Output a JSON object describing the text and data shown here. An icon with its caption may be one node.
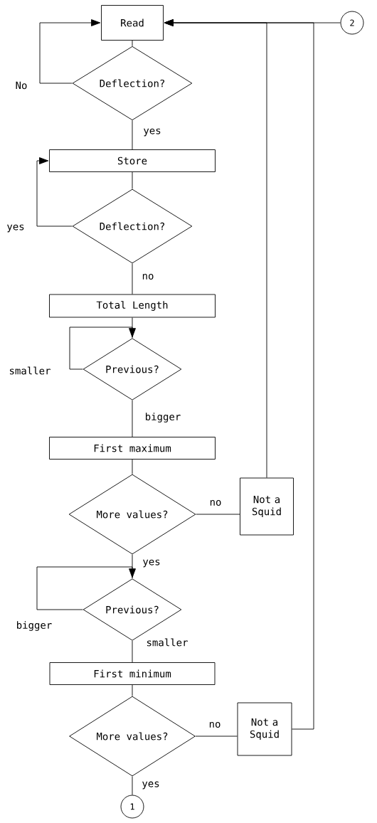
{
  "diagram": {
    "nodes": [
      {
        "text": [
          "Read"
        ]
      },
      {
        "text": [
          "Deflection?"
        ]
      },
      {
        "text": [
          "Store"
        ]
      },
      {
        "text": [
          "Deflection?"
        ]
      },
      {
        "text": [
          "Total Length"
        ]
      },
      {
        "text": [
          "Previous?"
        ]
      },
      {
        "text": [
          "First maximum"
        ]
      },
      {
        "text": [
          "More values?"
        ]
      },
      {
        "text": [
          "Not a Squid"
        ]
      },
      {
        "text": [
          "Previous?"
        ]
      },
      {
        "text": [
          "First minimum"
        ]
      },
      {
        "text": [
          "More values?"
        ]
      },
      {
        "text": [
          "Not a Squid"
        ]
      },
      {
        "text": [
          "1"
        ]
      },
      {
        "text": [
          "2"
        ]
      }
    ],
    "edges": [
      {
        "from": 0,
        "to": 1,
        "arrow": "none"
      },
      {
        "from": 1,
        "to": 0,
        "arrow": "to",
        "label": "No"
      },
      {
        "from": 1,
        "to": 2,
        "arrow": "none",
        "label": "yes"
      },
      {
        "from": 2,
        "to": 3,
        "arrow": "none"
      },
      {
        "from": 3,
        "to": 2,
        "arrow": "to",
        "label": "yes"
      },
      {
        "from": 3,
        "to": 4,
        "arrow": "none",
        "label": "no"
      },
      {
        "from": 4,
        "to": 5,
        "arrow": "none"
      },
      {
        "from": 5,
        "to": 5,
        "arrow": "to",
        "label": "smaller"
      },
      {
        "from": 5,
        "to": 6,
        "arrow": "none",
        "label": "bigger"
      },
      {
        "from": 6,
        "to": 7,
        "arrow": "none"
      },
      {
        "from": 7,
        "to": 8,
        "arrow": "none",
        "label": "no"
      },
      {
        "from": 8,
        "to": 0,
        "arrow": "to"
      },
      {
        "from": 7,
        "to": 9,
        "arrow": "none",
        "label": "yes"
      },
      {
        "from": 9,
        "to": 9,
        "arrow": "to",
        "label": "bigger"
      },
      {
        "from": 9,
        "to": 10,
        "arrow": "none",
        "label": "smaller"
      },
      {
        "from": 10,
        "to": 11,
        "arrow": "none"
      },
      {
        "from": 11,
        "to": 12,
        "arrow": "none",
        "label": "no"
      },
      {
        "from": 12,
        "to": 0,
        "arrow": "to"
      },
      {
        "from": 11,
        "to": 13,
        "arrow": "none",
        "label": "yes"
      },
      {
        "from": 14,
        "to": 0,
        "arrow": "to"
      }
    ]
  }
}
